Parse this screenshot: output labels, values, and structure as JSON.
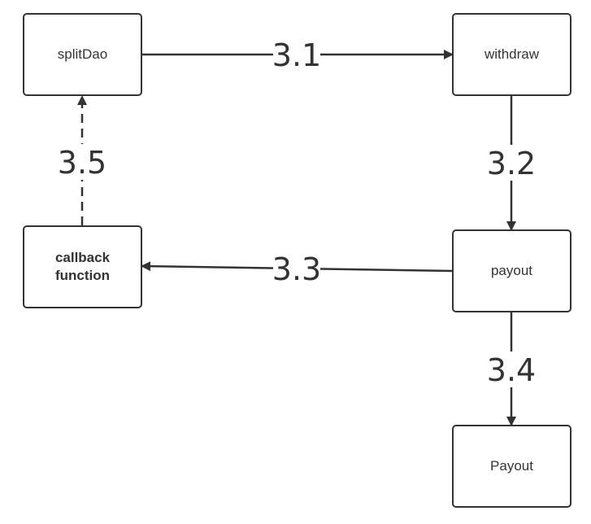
{
  "nodes": {
    "splitdao": "splitDao",
    "withdraw": "withdraw",
    "payout": "payout",
    "callback": "callback\nfunction",
    "payout_final": "Payout"
  },
  "edges": {
    "e1": "3.1",
    "e2": "3.2",
    "e3": "3.3",
    "e4": "3.4",
    "e5": "3.5"
  },
  "colors": {
    "stroke": "#333333",
    "background": "#ffffff"
  }
}
